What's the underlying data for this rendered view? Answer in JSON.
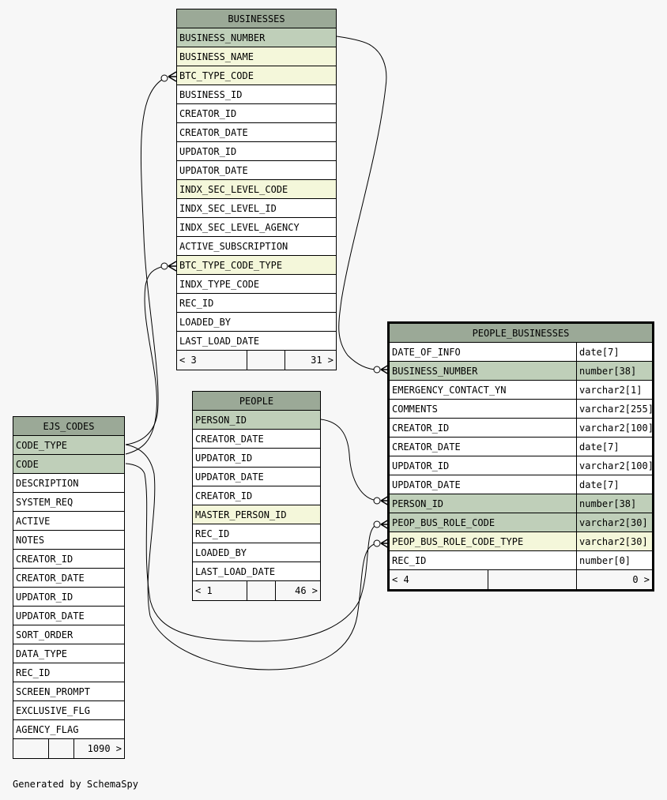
{
  "tables": {
    "businesses": {
      "name": "BUSINESSES",
      "columns": [
        {
          "name": "BUSINESS_NUMBER",
          "kind": "pk"
        },
        {
          "name": "BUSINESS_NAME",
          "kind": "fk"
        },
        {
          "name": "BTC_TYPE_CODE",
          "kind": "fk"
        },
        {
          "name": "BUSINESS_ID",
          "kind": ""
        },
        {
          "name": "CREATOR_ID",
          "kind": ""
        },
        {
          "name": "CREATOR_DATE",
          "kind": ""
        },
        {
          "name": "UPDATOR_ID",
          "kind": ""
        },
        {
          "name": "UPDATOR_DATE",
          "kind": ""
        },
        {
          "name": "INDX_SEC_LEVEL_CODE",
          "kind": "fk"
        },
        {
          "name": "INDX_SEC_LEVEL_ID",
          "kind": ""
        },
        {
          "name": "INDX_SEC_LEVEL_AGENCY",
          "kind": ""
        },
        {
          "name": "ACTIVE_SUBSCRIPTION",
          "kind": ""
        },
        {
          "name": "BTC_TYPE_CODE_TYPE",
          "kind": "fk"
        },
        {
          "name": "INDX_TYPE_CODE",
          "kind": ""
        },
        {
          "name": "REC_ID",
          "kind": ""
        },
        {
          "name": "LOADED_BY",
          "kind": ""
        },
        {
          "name": "LAST_LOAD_DATE",
          "kind": ""
        }
      ],
      "footer": {
        "parents": "< 3",
        "mid": "",
        "children": "31 >"
      }
    },
    "people": {
      "name": "PEOPLE",
      "columns": [
        {
          "name": "PERSON_ID",
          "kind": "pk"
        },
        {
          "name": "CREATOR_DATE",
          "kind": ""
        },
        {
          "name": "UPDATOR_ID",
          "kind": ""
        },
        {
          "name": "UPDATOR_DATE",
          "kind": ""
        },
        {
          "name": "CREATOR_ID",
          "kind": ""
        },
        {
          "name": "MASTER_PERSON_ID",
          "kind": "fk"
        },
        {
          "name": "REC_ID",
          "kind": ""
        },
        {
          "name": "LOADED_BY",
          "kind": ""
        },
        {
          "name": "LAST_LOAD_DATE",
          "kind": ""
        }
      ],
      "footer": {
        "parents": "< 1",
        "mid": "",
        "children": "46 >"
      }
    },
    "ejs_codes": {
      "name": "EJS_CODES",
      "columns": [
        {
          "name": "CODE_TYPE",
          "kind": "pk"
        },
        {
          "name": "CODE",
          "kind": "pk"
        },
        {
          "name": "DESCRIPTION",
          "kind": ""
        },
        {
          "name": "SYSTEM_REQ",
          "kind": ""
        },
        {
          "name": "ACTIVE",
          "kind": ""
        },
        {
          "name": "NOTES",
          "kind": ""
        },
        {
          "name": "CREATOR_ID",
          "kind": ""
        },
        {
          "name": "CREATOR_DATE",
          "kind": ""
        },
        {
          "name": "UPDATOR_ID",
          "kind": ""
        },
        {
          "name": "UPDATOR_DATE",
          "kind": ""
        },
        {
          "name": "SORT_ORDER",
          "kind": ""
        },
        {
          "name": "DATA_TYPE",
          "kind": ""
        },
        {
          "name": "REC_ID",
          "kind": ""
        },
        {
          "name": "SCREEN_PROMPT",
          "kind": ""
        },
        {
          "name": "EXCLUSIVE_FLG",
          "kind": ""
        },
        {
          "name": "AGENCY_FLAG",
          "kind": ""
        }
      ],
      "footer": {
        "parents": "",
        "mid": "",
        "children": "1090 >"
      }
    },
    "people_businesses": {
      "name": "PEOPLE_BUSINESSES",
      "columns": [
        {
          "name": "DATE_OF_INFO",
          "type": "date[7]",
          "kind": ""
        },
        {
          "name": "BUSINESS_NUMBER",
          "type": "number[38]",
          "kind": "pk"
        },
        {
          "name": "EMERGENCY_CONTACT_YN",
          "type": "varchar2[1]",
          "kind": ""
        },
        {
          "name": "COMMENTS",
          "type": "varchar2[255]",
          "kind": ""
        },
        {
          "name": "CREATOR_ID",
          "type": "varchar2[100]",
          "kind": ""
        },
        {
          "name": "CREATOR_DATE",
          "type": "date[7]",
          "kind": ""
        },
        {
          "name": "UPDATOR_ID",
          "type": "varchar2[100]",
          "kind": ""
        },
        {
          "name": "UPDATOR_DATE",
          "type": "date[7]",
          "kind": ""
        },
        {
          "name": "PERSON_ID",
          "type": "number[38]",
          "kind": "pk"
        },
        {
          "name": "PEOP_BUS_ROLE_CODE",
          "type": "varchar2[30]",
          "kind": "pk"
        },
        {
          "name": "PEOP_BUS_ROLE_CODE_TYPE",
          "type": "varchar2[30]",
          "kind": "fk"
        },
        {
          "name": "REC_ID",
          "type": "number[0]",
          "kind": ""
        }
      ],
      "footer": {
        "parents": "< 4",
        "mid": "",
        "children": "0 >"
      }
    }
  },
  "credit": "Generated by SchemaSpy"
}
